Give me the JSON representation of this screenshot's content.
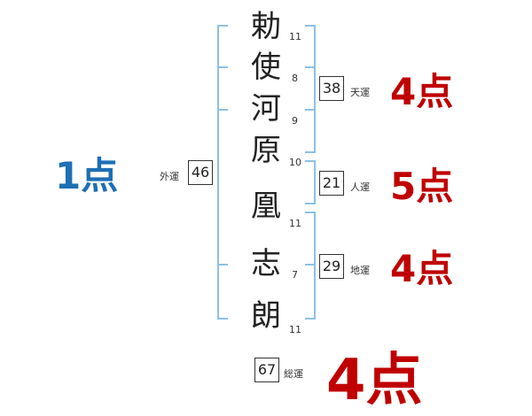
{
  "name": {
    "chars": [
      "勅",
      "使",
      "河",
      "原",
      "凰",
      "志",
      "朗"
    ],
    "strokes": [
      "11",
      "8",
      "9",
      "10",
      "11",
      "7",
      "11"
    ]
  },
  "fortunes": {
    "tenun": {
      "label": "天運",
      "value": "38",
      "score": "4点"
    },
    "jinun": {
      "label": "人運",
      "value": "21",
      "score": "5点"
    },
    "chiun": {
      "label": "地運",
      "value": "29",
      "score": "4点"
    },
    "gaiun": {
      "label": "外運",
      "value": "46",
      "score": "1点"
    },
    "souun": {
      "label": "総運",
      "value": "67",
      "score": "4点"
    }
  },
  "colors": {
    "good": "#c00000",
    "bad": "#1e6fb5",
    "bracket": "#8ec0e4"
  }
}
